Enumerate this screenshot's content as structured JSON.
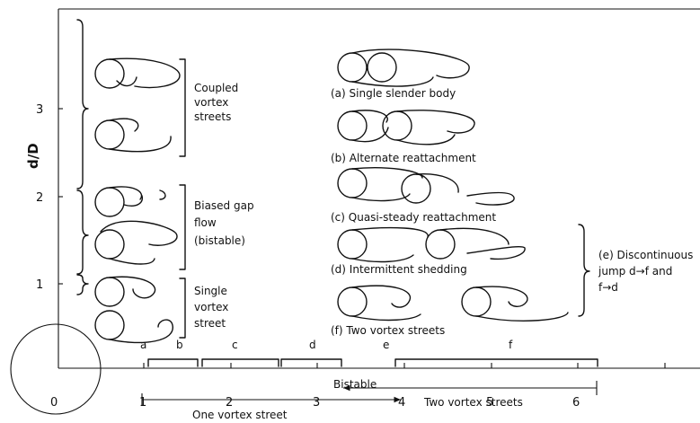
{
  "axes": {
    "y_label": "d/D",
    "x_ticks": [
      "0",
      "1",
      "2",
      "3",
      "4",
      "5",
      "6"
    ],
    "y_ticks": [
      "1",
      "2",
      "3"
    ]
  },
  "left_regimes": [
    {
      "line1": "Coupled",
      "line2": "vortex",
      "line3": "streets",
      "line4": ""
    },
    {
      "line1": "Biased gap",
      "line2": "flow",
      "line3": "(bistable)",
      "line4": ""
    },
    {
      "line1": "Single",
      "line2": "vortex",
      "line3": "street",
      "line4": ""
    }
  ],
  "right_patterns": [
    "(a) Single slender body",
    "(b) Alternate reattachment",
    "(c) Quasi-steady reattachment",
    "(d) Intermittent shedding",
    "(f) Two vortex streets"
  ],
  "discontinuous_jump": {
    "line1": "(e) Discontinuous",
    "line2": "jump d→f and",
    "line3": "f→d"
  },
  "bottom_scale": {
    "range_letters": [
      "a",
      "b",
      "c",
      "d",
      "e",
      "f"
    ],
    "bistable_label": "Bistable",
    "one_street_label": "One vortex street",
    "two_streets_label": "Two vortex streets"
  }
}
